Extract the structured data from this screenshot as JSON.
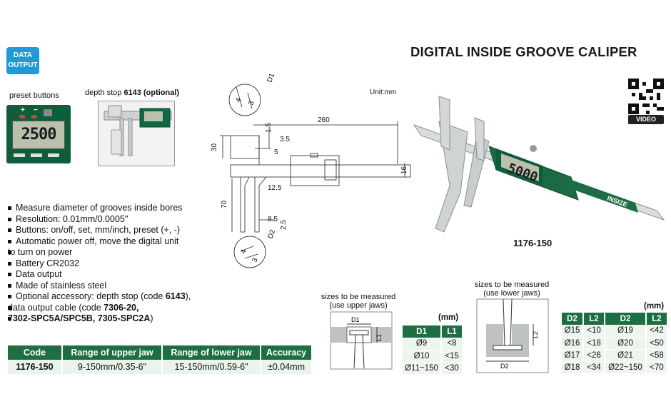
{
  "header": {
    "badge_line1": "DATA",
    "badge_line2": "OUTPUT",
    "title": "DIGITAL INSIDE GROOVE CALIPER"
  },
  "preset": {
    "label": "preset buttons",
    "plus": "+",
    "minus": "−",
    "display_value": "2500"
  },
  "depth_stop": {
    "label_prefix": "depth stop ",
    "code": "6143",
    "label_suffix": " (optional)"
  },
  "drawing": {
    "unit": "Unit:mm",
    "d1": "D1",
    "d2": "D2",
    "dim_260": "260",
    "dim_30": "30",
    "dim_70": "70",
    "dim_16": "16",
    "dim_1_5": "1.5",
    "dim_3_5": "3.5",
    "dim_5": "5",
    "dim_12_5": "12.5",
    "dim_8_5": "8.5",
    "dim_2_5": "2.5",
    "dim_4": "4",
    "dim_3": "3"
  },
  "product": {
    "model": "1176-150",
    "video_label": "VIDEO",
    "display_value": "5000",
    "brand": "INSIZE"
  },
  "features": {
    "items": [
      "Measure diameter of grooves inside bores",
      "Resolution: 0.01mm/0.0005\"",
      "Buttons: on/off, set, mm/inch, preset (+, -)",
      "Automatic power off, move the digital unit",
      "to turn on power",
      "Battery CR2032",
      "Data output",
      "Made of stainless steel"
    ],
    "accessory_prefix": "Optional accessory: depth stop (code ",
    "accessory_code1": "6143",
    "accessory_mid": "),",
    "accessory_line2_prefix": "data output cable (code ",
    "accessory_code2": "7306-20,",
    "accessory_line3": "7302-SPC5A/SPC5B, 7305-SPC2A",
    "accessory_end": ")"
  },
  "spec_table": {
    "headers": [
      "Code",
      "Range of upper jaw",
      "Range of lower jaw",
      "Accuracy"
    ],
    "row": [
      "1176-150",
      "9-150mm/0.35-6\"",
      "15-150mm/0.59-6\"",
      "±0.04mm"
    ]
  },
  "upper_jaws": {
    "title_line1": "sizes to be measured",
    "title_line2": "(use upper jaws)",
    "d_label": "D1",
    "l_label": "L1",
    "mm": "(mm)",
    "headers": [
      "D1",
      "L1"
    ],
    "rows": [
      [
        "Ø9",
        "<8"
      ],
      [
        "Ø10",
        "<15"
      ],
      [
        "Ø11~150",
        "<30"
      ]
    ]
  },
  "lower_jaws": {
    "title_line1": "sizes to be measured",
    "title_line2": "(use lower jaws)",
    "d_label": "D2",
    "l_label": "L2",
    "mm": "(mm)",
    "headers": [
      "D2",
      "L2",
      "D2",
      "L2"
    ],
    "rows": [
      [
        "Ø15",
        "<10",
        "Ø19",
        "<42"
      ],
      [
        "Ø16",
        "<18",
        "Ø20",
        "<50"
      ],
      [
        "Ø17",
        "<26",
        "Ø21",
        "<58"
      ],
      [
        "Ø18",
        "<34",
        "Ø22~150",
        "<70"
      ]
    ]
  },
  "colors": {
    "brand_green": "#1e6e43",
    "badge_blue": "#1f9ad6"
  }
}
